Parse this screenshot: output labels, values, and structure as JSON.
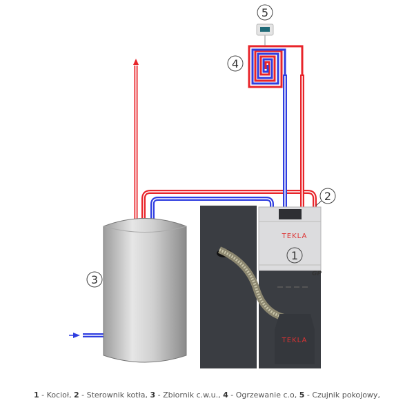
{
  "markers": {
    "boiler": "1",
    "controller": "2",
    "tank": "3",
    "heating": "4",
    "sensor": "5"
  },
  "brand": {
    "boiler": "TEKLA",
    "feeder": "TEKLA",
    "model": "GP"
  },
  "caption": [
    {
      "num": "1",
      "text": " - Kocioł, "
    },
    {
      "num": "2",
      "text": " - Sterownik kotła, "
    },
    {
      "num": "3",
      "text": " - Zbiornik c.w.u., "
    },
    {
      "num": "4",
      "text": " - Ogrzewanie c.o, "
    },
    {
      "num": "5",
      "text": " - Czujnik pokojowy,"
    }
  ],
  "colors": {
    "hot": "#e8242a",
    "cold": "#2f3ee0",
    "dark": "#3a3d42",
    "light": "#dcdcde"
  }
}
